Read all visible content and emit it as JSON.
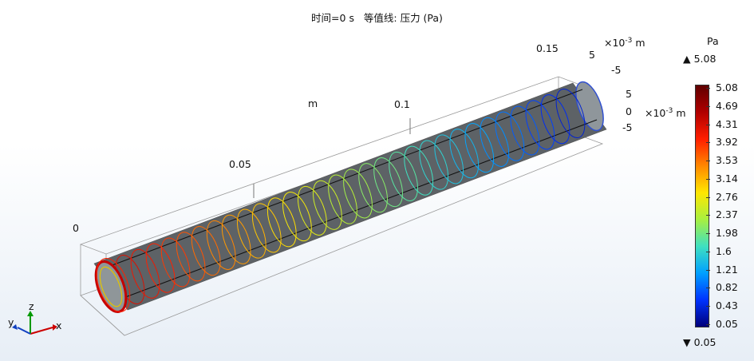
{
  "title": "时间=0 s   等值线: 压力 (Pa)",
  "axes": {
    "x_ticks": [
      "0",
      "0.05",
      "0.1",
      "0.15"
    ],
    "x_unit": "m",
    "z_ticks": [
      "5",
      "-5"
    ],
    "z_unit_base": "×10",
    "z_unit_exp": "-3",
    "z_unit_m": " m",
    "y_ticks": [
      "5",
      "0",
      "-5"
    ],
    "y_unit_base": "×10",
    "y_unit_exp": "-3",
    "y_unit_m": " m"
  },
  "triad": {
    "x": "x",
    "y": "y",
    "z": "z"
  },
  "colorbar": {
    "unit": "Pa",
    "max_label": "▲ 5.08",
    "min_label": "▼ 0.05",
    "ticks": [
      "5.08",
      "4.69",
      "4.31",
      "3.92",
      "3.53",
      "3.14",
      "2.76",
      "2.37",
      "1.98",
      "1.6",
      "1.21",
      "0.82",
      "0.43",
      "0.05"
    ],
    "colormap": [
      "#00007a",
      "#0033ff",
      "#00a0ff",
      "#3fe0c0",
      "#a8f040",
      "#ffe600",
      "#ff8800",
      "#ff1e00",
      "#b00000",
      "#600000"
    ]
  }
}
